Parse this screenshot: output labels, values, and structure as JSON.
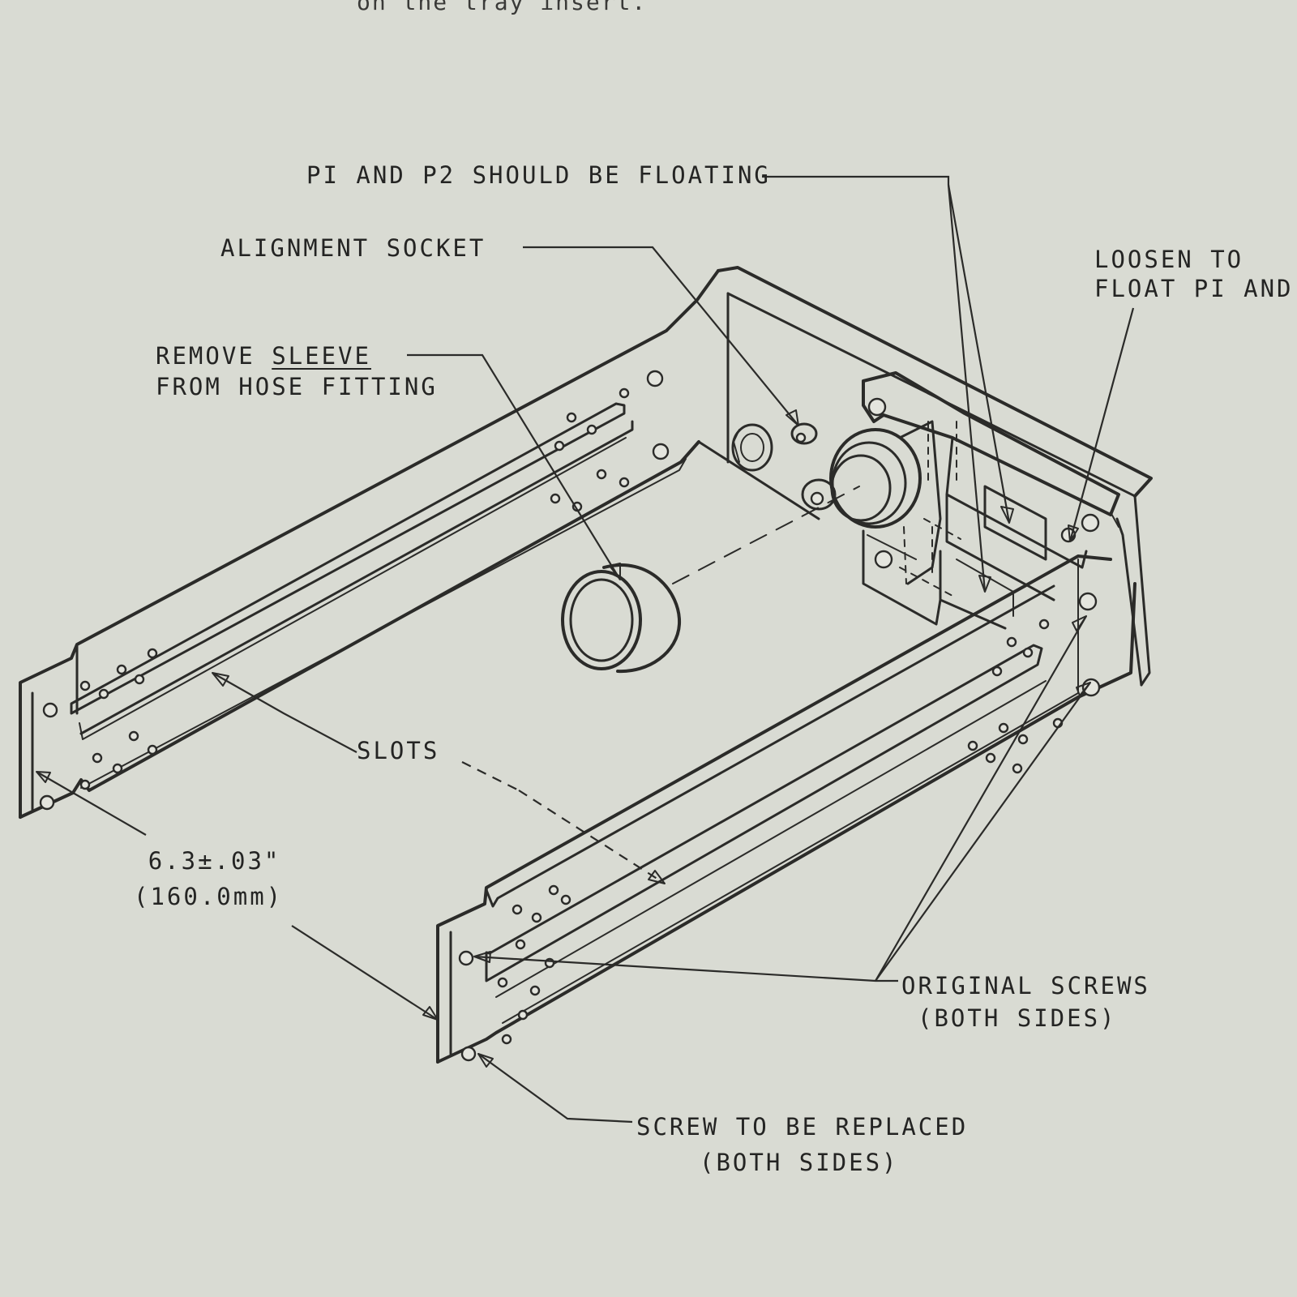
{
  "caption_top": "on the tray insert.",
  "labels": {
    "p1_p2": "PI AND P2 SHOULD BE FLOATING",
    "alignment_socket": "ALIGNMENT SOCKET",
    "loosen_line1": "LOOSEN TO",
    "loosen_line2": "FLOAT PI AND",
    "remove_prefix": "REMOVE ",
    "remove_word": "SLEEVE",
    "remove_line2": "FROM HOSE FITTING",
    "slots": "SLOTS",
    "dimension_in": "6.3±.03\"",
    "dimension_mm": "(160.0mm)",
    "original_line1": "ORIGINAL SCREWS",
    "original_line2": "(BOTH SIDES)",
    "replace_line1": "SCREW TO BE REPLACED",
    "replace_line2": "(BOTH SIDES)"
  }
}
